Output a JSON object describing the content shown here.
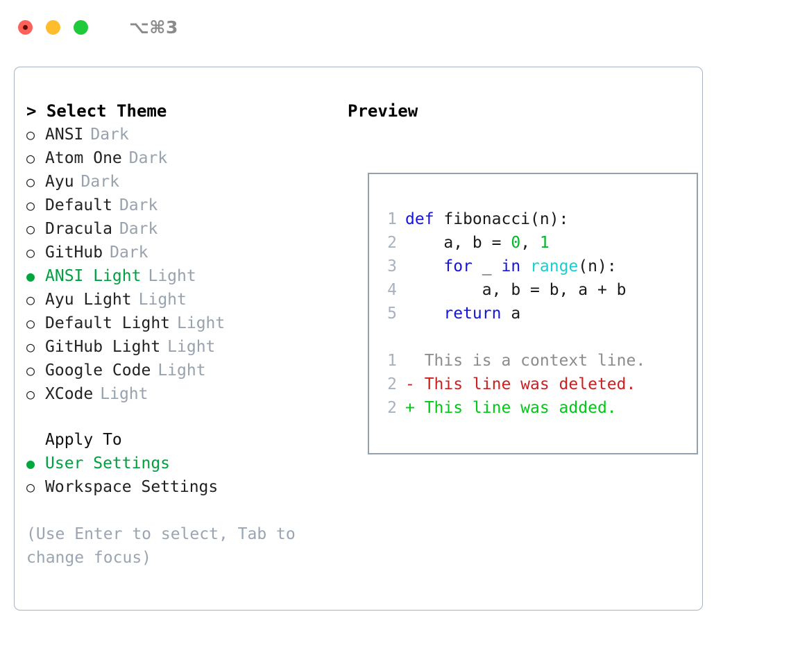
{
  "titlebar": {
    "shortcut": "⌥⌘3",
    "buttons": [
      {
        "name": "close",
        "color": "#FF6159"
      },
      {
        "name": "minimize",
        "color": "#FFBD2E"
      },
      {
        "name": "zoom",
        "color": "#1ECA39"
      }
    ]
  },
  "left": {
    "heading": "> Select Theme",
    "themes": [
      {
        "bullet": "○",
        "name": "ANSI",
        "kind": "Dark",
        "selected": false
      },
      {
        "bullet": "○",
        "name": "Atom One",
        "kind": "Dark",
        "selected": false
      },
      {
        "bullet": "○",
        "name": "Ayu",
        "kind": "Dark",
        "selected": false
      },
      {
        "bullet": "○",
        "name": "Default",
        "kind": "Dark",
        "selected": false
      },
      {
        "bullet": "○",
        "name": "Dracula",
        "kind": "Dark",
        "selected": false
      },
      {
        "bullet": "○",
        "name": "GitHub",
        "kind": "Dark",
        "selected": false
      },
      {
        "bullet": "●",
        "name": "ANSI Light",
        "kind": "Light",
        "selected": true
      },
      {
        "bullet": "○",
        "name": "Ayu Light",
        "kind": "Light",
        "selected": false
      },
      {
        "bullet": "○",
        "name": "Default Light",
        "kind": "Light",
        "selected": false
      },
      {
        "bullet": "○",
        "name": "GitHub Light",
        "kind": "Light",
        "selected": false
      },
      {
        "bullet": "○",
        "name": "Google Code",
        "kind": "Light",
        "selected": false
      },
      {
        "bullet": "○",
        "name": "XCode",
        "kind": "Light",
        "selected": false
      }
    ],
    "apply_title": "Apply To",
    "apply_options": [
      {
        "bullet": "●",
        "label": "User Settings",
        "selected": true
      },
      {
        "bullet": "○",
        "label": "Workspace Settings",
        "selected": false
      }
    ],
    "hint": "(Use Enter to select, Tab to change focus)"
  },
  "right": {
    "heading": "Preview",
    "code_lines": [
      {
        "no": "1",
        "tokens": [
          {
            "t": "def",
            "c": "kw"
          },
          {
            "t": " fibonacci(n):",
            "c": "pl"
          }
        ]
      },
      {
        "no": "2",
        "tokens": [
          {
            "t": "    a, b = ",
            "c": "pl"
          },
          {
            "t": "0",
            "c": "num"
          },
          {
            "t": ", ",
            "c": "pl"
          },
          {
            "t": "1",
            "c": "num"
          }
        ]
      },
      {
        "no": "3",
        "tokens": [
          {
            "t": "    ",
            "c": "pl"
          },
          {
            "t": "for",
            "c": "kw"
          },
          {
            "t": " _ ",
            "c": "pl"
          },
          {
            "t": "in",
            "c": "kw"
          },
          {
            "t": " ",
            "c": "pl"
          },
          {
            "t": "range",
            "c": "fn"
          },
          {
            "t": "(n):",
            "c": "pl"
          }
        ]
      },
      {
        "no": "4",
        "tokens": [
          {
            "t": "        a, b = b, a + b",
            "c": "pl"
          }
        ]
      },
      {
        "no": "5",
        "tokens": [
          {
            "t": "    ",
            "c": "pl"
          },
          {
            "t": "return",
            "c": "kw"
          },
          {
            "t": " a",
            "c": "pl"
          }
        ]
      }
    ],
    "diff_lines": [
      {
        "no": "1",
        "text": "  This is a context line.",
        "kind": "ctx"
      },
      {
        "no": "2",
        "text": "- This line was deleted.",
        "kind": "del"
      },
      {
        "no": "2",
        "text": "+ This line was added.",
        "kind": "add"
      }
    ]
  },
  "colors": {
    "accent_green": "#00A040",
    "muted": "#9AA5B1",
    "keyword": "#1414E0",
    "function": "#17CFCF",
    "number": "#00B828",
    "diff_delete": "#CC2020",
    "diff_add": "#00C815",
    "border": "#A8B2C0"
  }
}
